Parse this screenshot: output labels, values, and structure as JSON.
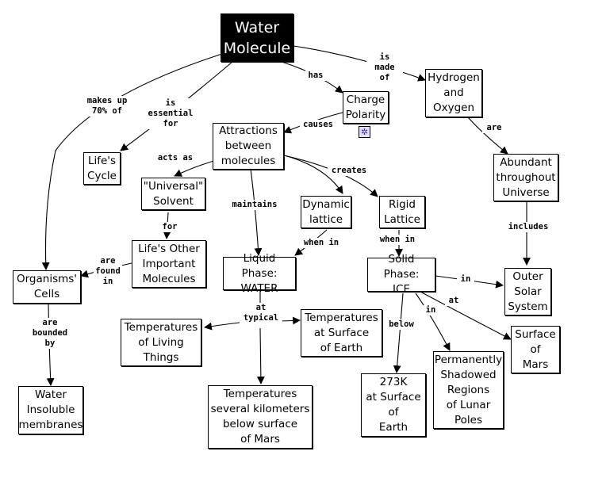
{
  "diagram": {
    "title": "Water\nMolecule",
    "nodes": {
      "hydrogen_oxygen": "Hydrogen\nand\nOxygen",
      "charge_polarity": "Charge\nPolarity",
      "attractions": "Attractions\nbetween\nmolecules",
      "lifes_cycle": "Life's\nCycle",
      "universal_solvent": "\"Universal\"\nSolvent",
      "dynamic_lattice": "Dynamic\nlattice",
      "rigid_lattice": "Rigid\nLattice",
      "abundant": "Abundant\nthroughout\nUniverse",
      "lifes_other": "Life's Other\nImportant\nMolecules",
      "organisms_cells": "Organisms'\nCells",
      "liquid_phase": "Liquid Phase:\nWATER",
      "solid_phase": "Solid Phase:\nICE",
      "outer_solar": "Outer\nSolar\nSystem",
      "temp_living": "Temperatures\nof Living\nThings",
      "temp_earth": "Temperatures\nat Surface\nof Earth",
      "surface_mars": "Surface\nof\nMars",
      "shadowed": "Permanently\nShadowed\nRegions\nof Lunar\nPoles",
      "water_insoluble": "Water\nInsoluble\nmembranes",
      "temp_mars": "Temperatures\nseveral kilometers\nbelow surface\nof Mars",
      "k273": "273K\nat Surface\nof\nEarth"
    },
    "links": {
      "is_made_of": "is\nmade of",
      "has": "has",
      "makes_up": "makes up\n70% of",
      "is_essential": "is\nessential\nfor",
      "causes": "causes",
      "are": "are",
      "acts_as": "acts as",
      "creates": "creates",
      "maintains": "maintains",
      "for": "for",
      "includes": "includes",
      "when_in_1": "when in",
      "when_in_2": "when in",
      "are_found_in": "are\nfound\nin",
      "in_1": "in",
      "at_1": "at",
      "in_2": "in",
      "at_typical": "at\ntypical",
      "below": "below",
      "are_bounded_by": "are\nbounded\nby"
    },
    "badge_icon": "atom-icon"
  }
}
